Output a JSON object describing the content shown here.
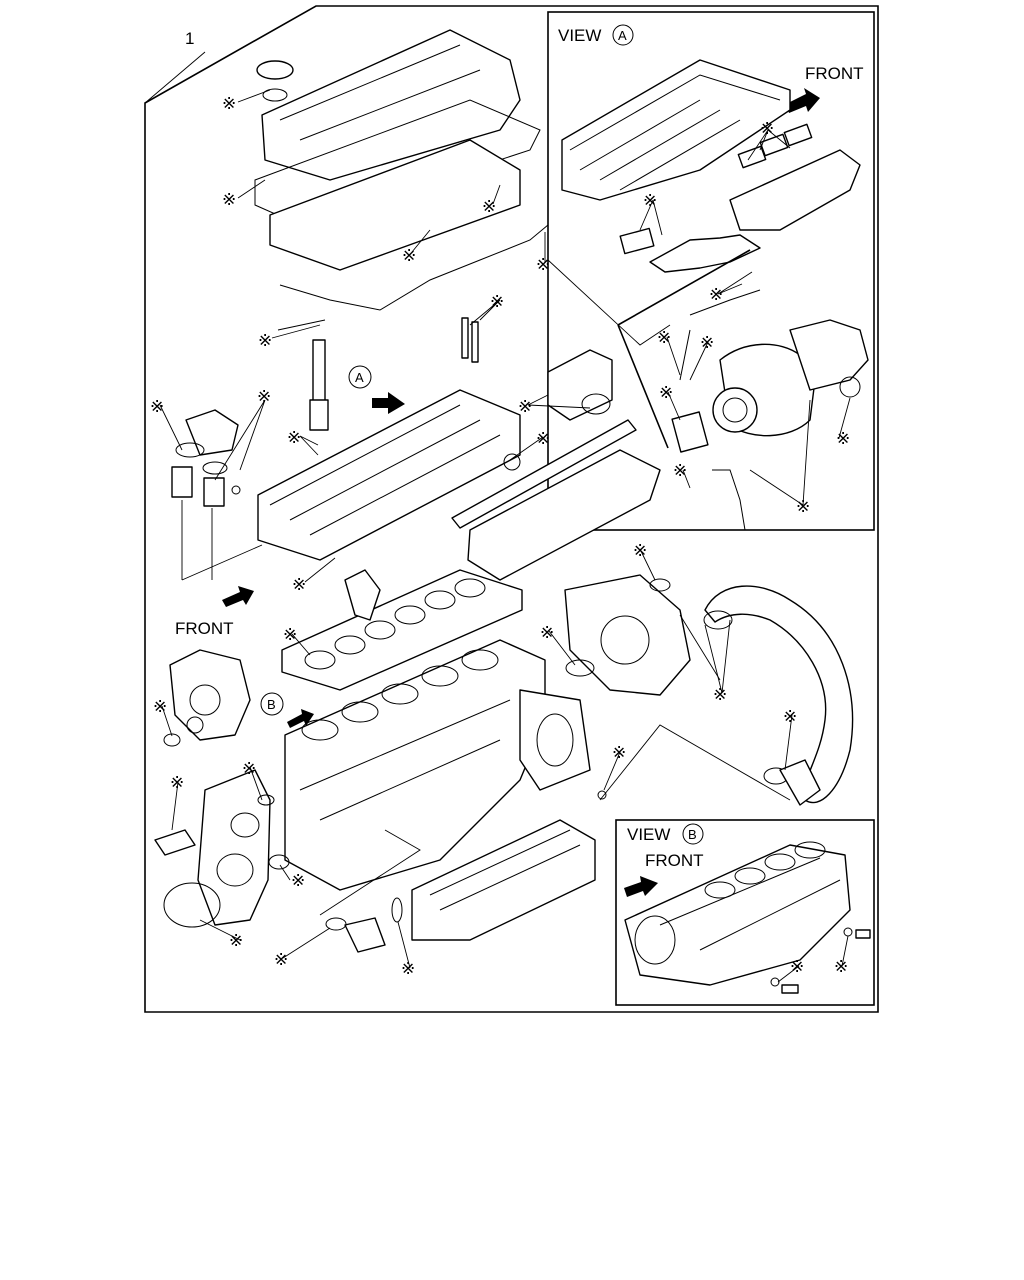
{
  "labels": {
    "part_number": "1",
    "view_a_word": "VIEW",
    "view_a_letter": "A",
    "view_b_word": "VIEW",
    "view_b_letter": "B",
    "front_view_a": "FRONT",
    "front_main": "FRONT",
    "front_view_b": "FRONT",
    "callout_a": "A",
    "callout_b": "B",
    "asterisk": "※"
  },
  "icons": {
    "asterisk_mark": "asterisk-icon",
    "direction_arrow": "arrow-icon"
  },
  "colors": {
    "ink": "#000000",
    "paper": "#ffffff"
  }
}
